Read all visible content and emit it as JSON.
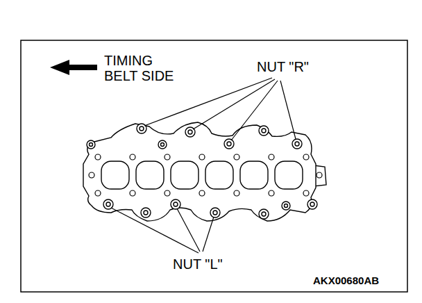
{
  "diagram": {
    "labels": [
      "TIMING BELT SIDE",
      "NUT \"R\"",
      "NUT \"L\"",
      "AKX00680AB"
    ]
  }
}
